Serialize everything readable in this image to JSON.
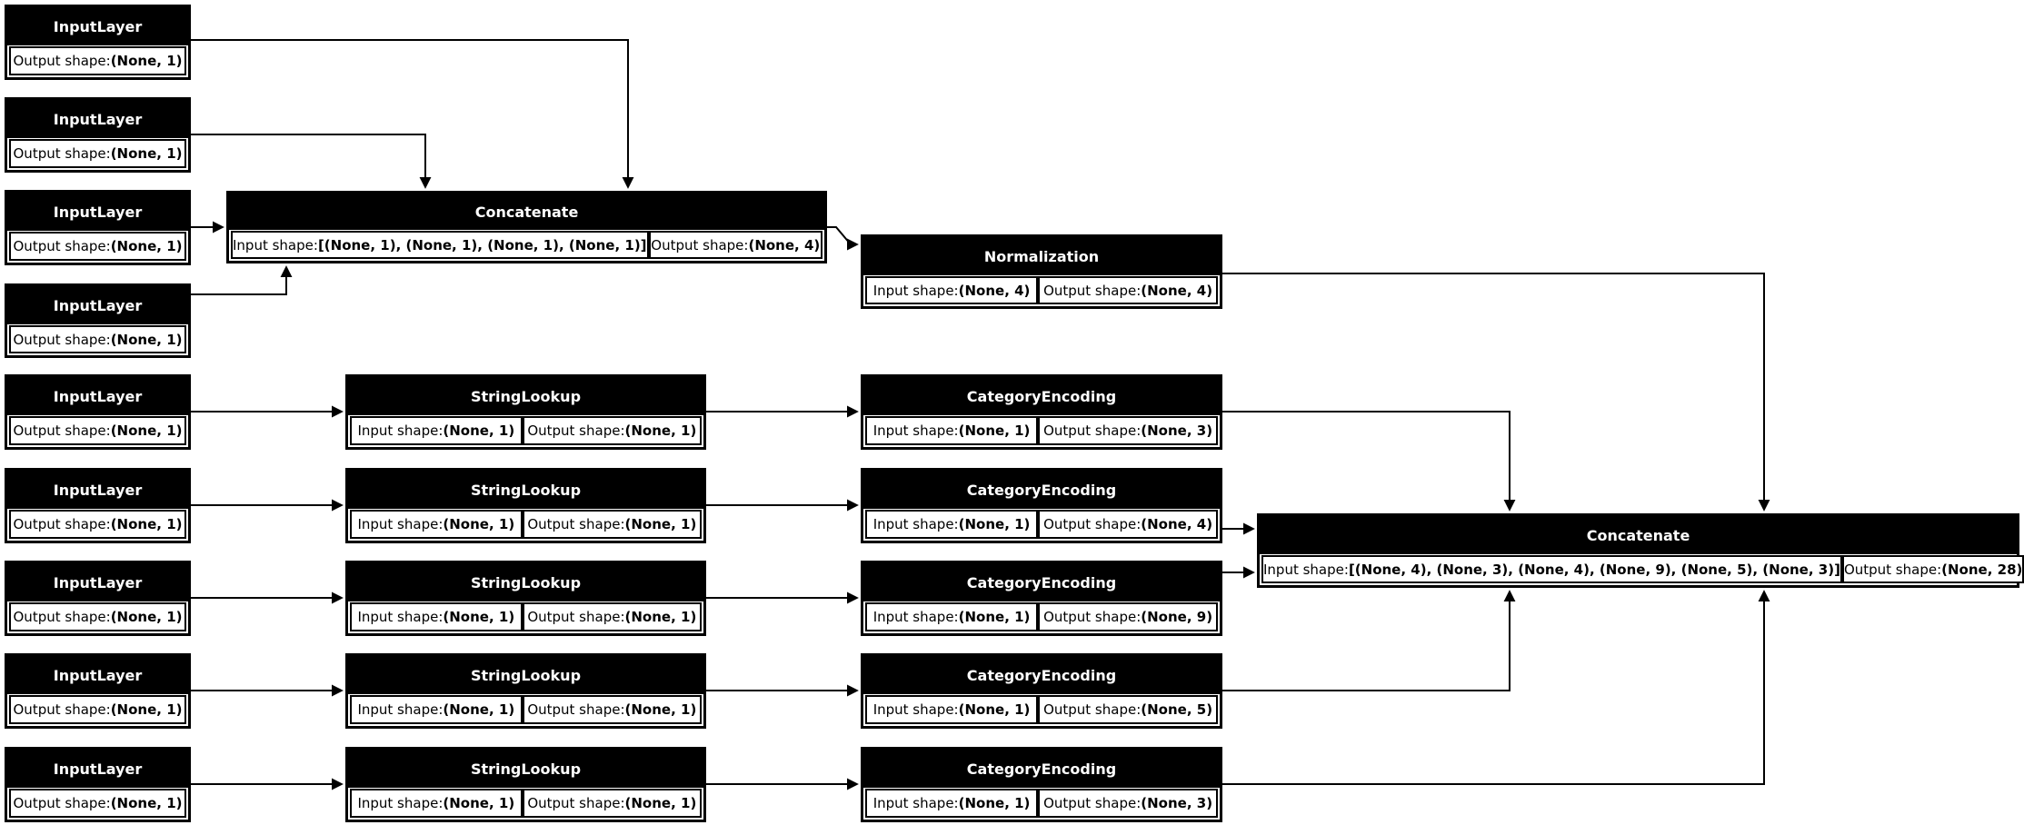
{
  "diagram": {
    "kind": "keras-model-architecture-graph",
    "colors": {
      "background": "#ffffff",
      "node_fill": "#000000",
      "node_title_text": "#ffffff",
      "cell_fill": "#ffffff",
      "cell_text": "#000000",
      "edge": "#000000"
    }
  },
  "nodes": [
    {
      "id": "input-layer-1",
      "title": "InputLayer",
      "cells": [
        {
          "label": "Output shape: ",
          "value": "(None, 1)"
        }
      ]
    },
    {
      "id": "input-layer-2",
      "title": "InputLayer",
      "cells": [
        {
          "label": "Output shape: ",
          "value": "(None, 1)"
        }
      ]
    },
    {
      "id": "input-layer-3",
      "title": "InputLayer",
      "cells": [
        {
          "label": "Output shape: ",
          "value": "(None, 1)"
        }
      ]
    },
    {
      "id": "input-layer-4",
      "title": "InputLayer",
      "cells": [
        {
          "label": "Output shape: ",
          "value": "(None, 1)"
        }
      ]
    },
    {
      "id": "concatenate-1",
      "title": "Concatenate",
      "cells": [
        {
          "label": "Input shape: ",
          "value": "[(None, 1), (None, 1), (None, 1), (None, 1)]"
        },
        {
          "label": "Output shape: ",
          "value": "(None, 4)"
        }
      ]
    },
    {
      "id": "normalization",
      "title": "Normalization",
      "cells": [
        {
          "label": "Input shape: ",
          "value": "(None, 4)"
        },
        {
          "label": "Output shape: ",
          "value": "(None, 4)"
        }
      ]
    },
    {
      "id": "input-layer-5",
      "title": "InputLayer",
      "cells": [
        {
          "label": "Output shape: ",
          "value": "(None, 1)"
        }
      ]
    },
    {
      "id": "string-lookup-1",
      "title": "StringLookup",
      "cells": [
        {
          "label": "Input shape: ",
          "value": "(None, 1)"
        },
        {
          "label": "Output shape: ",
          "value": "(None, 1)"
        }
      ]
    },
    {
      "id": "category-encoding-1",
      "title": "CategoryEncoding",
      "cells": [
        {
          "label": "Input shape: ",
          "value": "(None, 1)"
        },
        {
          "label": "Output shape: ",
          "value": "(None, 3)"
        }
      ]
    },
    {
      "id": "input-layer-6",
      "title": "InputLayer",
      "cells": [
        {
          "label": "Output shape: ",
          "value": "(None, 1)"
        }
      ]
    },
    {
      "id": "string-lookup-2",
      "title": "StringLookup",
      "cells": [
        {
          "label": "Input shape: ",
          "value": "(None, 1)"
        },
        {
          "label": "Output shape: ",
          "value": "(None, 1)"
        }
      ]
    },
    {
      "id": "category-encoding-2",
      "title": "CategoryEncoding",
      "cells": [
        {
          "label": "Input shape: ",
          "value": "(None, 1)"
        },
        {
          "label": "Output shape: ",
          "value": "(None, 4)"
        }
      ]
    },
    {
      "id": "input-layer-7",
      "title": "InputLayer",
      "cells": [
        {
          "label": "Output shape: ",
          "value": "(None, 1)"
        }
      ]
    },
    {
      "id": "string-lookup-3",
      "title": "StringLookup",
      "cells": [
        {
          "label": "Input shape: ",
          "value": "(None, 1)"
        },
        {
          "label": "Output shape: ",
          "value": "(None, 1)"
        }
      ]
    },
    {
      "id": "category-encoding-3",
      "title": "CategoryEncoding",
      "cells": [
        {
          "label": "Input shape: ",
          "value": "(None, 1)"
        },
        {
          "label": "Output shape: ",
          "value": "(None, 9)"
        }
      ]
    },
    {
      "id": "input-layer-8",
      "title": "InputLayer",
      "cells": [
        {
          "label": "Output shape: ",
          "value": "(None, 1)"
        }
      ]
    },
    {
      "id": "string-lookup-4",
      "title": "StringLookup",
      "cells": [
        {
          "label": "Input shape: ",
          "value": "(None, 1)"
        },
        {
          "label": "Output shape: ",
          "value": "(None, 1)"
        }
      ]
    },
    {
      "id": "category-encoding-4",
      "title": "CategoryEncoding",
      "cells": [
        {
          "label": "Input shape: ",
          "value": "(None, 1)"
        },
        {
          "label": "Output shape: ",
          "value": "(None, 5)"
        }
      ]
    },
    {
      "id": "input-layer-9",
      "title": "InputLayer",
      "cells": [
        {
          "label": "Output shape: ",
          "value": "(None, 1)"
        }
      ]
    },
    {
      "id": "string-lookup-5",
      "title": "StringLookup",
      "cells": [
        {
          "label": "Input shape: ",
          "value": "(None, 1)"
        },
        {
          "label": "Output shape: ",
          "value": "(None, 1)"
        }
      ]
    },
    {
      "id": "category-encoding-5",
      "title": "CategoryEncoding",
      "cells": [
        {
          "label": "Input shape: ",
          "value": "(None, 1)"
        },
        {
          "label": "Output shape: ",
          "value": "(None, 3)"
        }
      ]
    },
    {
      "id": "concatenate-2",
      "title": "Concatenate",
      "cells": [
        {
          "label": "Input shape: ",
          "value": "[(None, 4), (None, 3), (None, 4), (None, 9), (None, 5), (None, 3)]"
        },
        {
          "label": "Output shape: ",
          "value": "(None, 28)"
        }
      ]
    }
  ]
}
